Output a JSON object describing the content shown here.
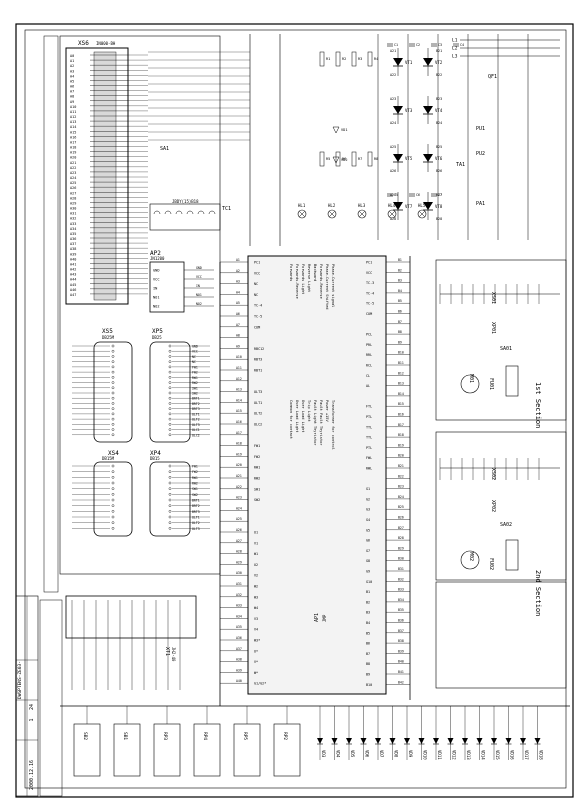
{
  "title_block": {
    "project": "DWGPTENS-ZE03-",
    "date": "2000.12.16",
    "sheet": "1",
    "of": "24"
  },
  "connectors": {
    "xs6": {
      "name": "XS6",
      "part": "IN000-BH"
    },
    "xs5": {
      "name": "XS5",
      "part": "DB25M"
    },
    "xs4": {
      "name": "XS4",
      "part": "DB15M"
    },
    "xp5": {
      "name": "XP5",
      "part": "DB25"
    },
    "xp4": {
      "name": "XP4",
      "part": "DB15"
    },
    "ap2": {
      "name": "AP2",
      "part": "JN1200"
    },
    "xt1": {
      "name": "XT1",
      "part": "JH2-40"
    }
  },
  "ap2_pins": [
    "GND",
    "VCC",
    "IN",
    "NO1",
    "NO2"
  ],
  "ap2_nets": [
    "GND",
    "VCC",
    "IN",
    "NO1",
    "NO2"
  ],
  "ap1": {
    "name": "AP1",
    "part": "JMP",
    "left_pins": [
      "PC1",
      "VCC",
      "NC",
      "NC",
      "TC-4",
      "TC-5",
      "COM",
      "",
      "RBC12",
      "RBT3",
      "RBT1",
      "",
      "OLT3",
      "OLT1",
      "OLT2",
      "OLC2",
      "",
      "FW1",
      "FW2",
      "RW1",
      "RW2",
      "SW1",
      "SW2",
      "",
      "",
      "U1",
      "V1",
      "W1",
      "U2",
      "V2",
      "W2",
      "W3",
      "W4",
      "V3",
      "V4",
      "W3*",
      "U*",
      "V*",
      "W*",
      "G1/G2*"
    ],
    "right_pins": [
      "PC1",
      "VCC",
      "TC-3",
      "TC-4",
      "TC-5",
      "COM",
      "",
      "PCL",
      "PRL",
      "RRL",
      "RCL",
      "CL",
      "AL",
      "",
      "FTL",
      "PTL",
      "TTL",
      "TTL",
      "PTL",
      "FWL",
      "RWL",
      "",
      "G1",
      "G2",
      "G3",
      "G4",
      "G5",
      "G6",
      "G7",
      "G8",
      "G9",
      "G10",
      "B1",
      "B2",
      "B3",
      "B4",
      "B5",
      "B6",
      "B7",
      "B8",
      "B9",
      "B10"
    ],
    "descriptions": [
      "Forwards",
      "Forwards-Reverse",
      "Forwards Light",
      "Reverse Light",
      "Backward",
      "Forwards-Reverse",
      "Phase-Current Shifted",
      "Phase-Current signal",
      "Common for contact",
      "Over Load Light",
      "Over Load Light",
      "Trip Light",
      "Fault Light Thyristor",
      "Fault Fault Thyristor",
      "Power +15V",
      "Transformer for control"
    ]
  },
  "xs4_pins": [
    "FW1",
    "FW2",
    "RW1",
    "RW2",
    "SW1",
    "SW2",
    "BRT1",
    "BRT2",
    "BRT3",
    "OLT1",
    "OLT2",
    "OLT3"
  ],
  "xs5_pins": [
    "GND",
    "VCC",
    "NC",
    "NC",
    "FW1",
    "FW2",
    "RW1",
    "RW2",
    "SW1",
    "SW2",
    "BRT1",
    "BRT2",
    "BRT3",
    "OLT1",
    "OLT2",
    "OLT3",
    "OLC1",
    "OLC2"
  ],
  "power": {
    "phases": [
      "L1",
      "L2",
      "L3"
    ],
    "qf1": "QF1",
    "pu1": "PU1",
    "pu2": "PU2",
    "ta1": "TA1",
    "ra1": "PA1",
    "thyristors": [
      "VT1",
      "VT2",
      "VT3",
      "VT4",
      "VT5",
      "VT6",
      "VT7",
      "VT8"
    ],
    "nets_a": [
      "A21",
      "A22",
      "A23",
      "A24",
      "A25",
      "A26",
      "A27",
      "A28"
    ],
    "nets_b": [
      "B21",
      "B22",
      "B23",
      "B24",
      "B25",
      "B26",
      "B27",
      "B28"
    ],
    "diodes": [
      "VD1",
      "VD2"
    ],
    "resistors": [
      "R1",
      "R2",
      "R3",
      "R4",
      "R5",
      "R6",
      "R7",
      "R8"
    ],
    "caps": [
      "C1",
      "C2",
      "C3",
      "C4",
      "C5",
      "C6",
      "C7"
    ],
    "lamps": [
      "HL1",
      "HL2",
      "HL3",
      "HL4",
      "HL5"
    ],
    "sa1": "SA1",
    "tc1": "TC1",
    "tc1_part": "JBDY(15)B18"
  },
  "sections": {
    "first": "1st Section",
    "second": "2nd Section",
    "xs01": "XS01",
    "xp01": "XP01",
    "xs02": "XS02",
    "xp02": "XP02",
    "sa01": "SA01",
    "sa02": "SA02",
    "m01": "M01",
    "m02": "M02",
    "fu01": "FU01",
    "fu02": "FU02"
  },
  "bottom": {
    "devices": [
      "SB2",
      "SB1",
      "RP3",
      "RP4",
      "RP5",
      "RP2"
    ],
    "leds": [
      "VD3",
      "VD4",
      "VD5",
      "VD6",
      "VD7",
      "VD8",
      "VD9",
      "VD10",
      "VD11",
      "VD12",
      "VD13",
      "VD14",
      "VD15",
      "VD16",
      "VD17",
      "VD18"
    ]
  },
  "xs6_pins": [
    "A0",
    "A1",
    "A2",
    "A3",
    "A4",
    "A5",
    "A6",
    "A7",
    "A8",
    "A9",
    "A10",
    "A11",
    "A12",
    "A13",
    "A14",
    "A15",
    "A16",
    "A17",
    "A18",
    "A19",
    "A20",
    "A21",
    "A22",
    "A23",
    "A24",
    "A25",
    "A26",
    "A27",
    "A28",
    "A29",
    "A30",
    "A31",
    "A32",
    "A33",
    "A34",
    "A35",
    "A36",
    "A37",
    "A38",
    "A39",
    "A40",
    "A41",
    "A42",
    "A43",
    "A44",
    "A45",
    "A46",
    "A47"
  ]
}
